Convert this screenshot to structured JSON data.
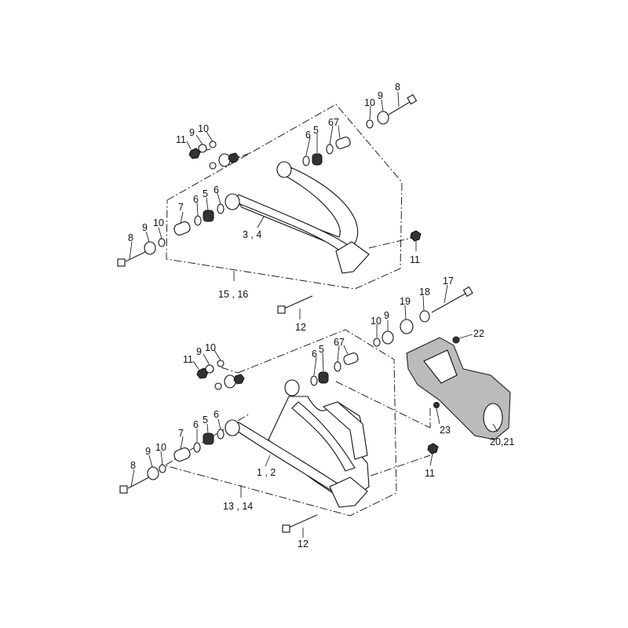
{
  "callouts": [
    {
      "id": "u-11",
      "text": "11"
    },
    {
      "id": "u-9",
      "text": "9"
    },
    {
      "id": "u-10",
      "text": "10"
    },
    {
      "id": "u-6a",
      "text": "6"
    },
    {
      "id": "u-5a",
      "text": "5"
    },
    {
      "id": "u-67",
      "text": "67"
    },
    {
      "id": "u-10b",
      "text": "10"
    },
    {
      "id": "u-9b",
      "text": "9"
    },
    {
      "id": "u-8b",
      "text": "8"
    },
    {
      "id": "u-7",
      "text": "7"
    },
    {
      "id": "u-6b",
      "text": "6"
    },
    {
      "id": "u-5b",
      "text": "5"
    },
    {
      "id": "u-6c",
      "text": "6"
    },
    {
      "id": "u-8",
      "text": "8"
    },
    {
      "id": "u-9c",
      "text": "9"
    },
    {
      "id": "u-10c",
      "text": "10"
    },
    {
      "id": "u-34",
      "text": "3 , 4"
    },
    {
      "id": "u-11b",
      "text": "11"
    },
    {
      "id": "u-1516",
      "text": "15 , 16"
    },
    {
      "id": "u-12",
      "text": "12"
    },
    {
      "id": "l-10",
      "text": "10"
    },
    {
      "id": "l-9",
      "text": "9"
    },
    {
      "id": "l-19",
      "text": "19"
    },
    {
      "id": "l-18",
      "text": "18"
    },
    {
      "id": "l-17",
      "text": "17"
    },
    {
      "id": "l-22",
      "text": "22"
    },
    {
      "id": "l-11",
      "text": "11"
    },
    {
      "id": "l-9b",
      "text": "9"
    },
    {
      "id": "l-10b",
      "text": "10"
    },
    {
      "id": "l-6a",
      "text": "6"
    },
    {
      "id": "l-5a",
      "text": "5"
    },
    {
      "id": "l-67",
      "text": "67"
    },
    {
      "id": "l-7",
      "text": "7"
    },
    {
      "id": "l-6b",
      "text": "6"
    },
    {
      "id": "l-5b",
      "text": "5"
    },
    {
      "id": "l-6c",
      "text": "6"
    },
    {
      "id": "l-23",
      "text": "23"
    },
    {
      "id": "l-2021",
      "text": "20,21"
    },
    {
      "id": "l-8",
      "text": "8"
    },
    {
      "id": "l-9c",
      "text": "9"
    },
    {
      "id": "l-10c",
      "text": "10"
    },
    {
      "id": "l-12",
      "text": "1 , 2"
    },
    {
      "id": "l-11b",
      "text": "11"
    },
    {
      "id": "l-1314",
      "text": "13 , 14"
    },
    {
      "id": "l-12b",
      "text": "12"
    }
  ]
}
